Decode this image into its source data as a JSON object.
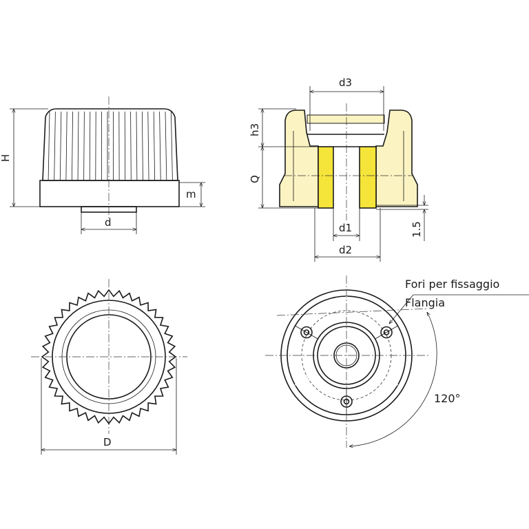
{
  "colors": {
    "bushing": "#f5e43a",
    "body": "#fbf3c2",
    "line": "#1a1a1a"
  },
  "side_view": {
    "H": "H",
    "m": "m",
    "d": "d"
  },
  "section_view": {
    "d3": "d3",
    "h3": "h3",
    "Q": "Q",
    "d1": "d1",
    "d2": "d2",
    "offset": "1.5"
  },
  "top_view": {
    "D": "D"
  },
  "bottom_view": {
    "callout_holes": "Fori per fissaggio",
    "callout_flange": "Flangia",
    "angle": "120°"
  }
}
